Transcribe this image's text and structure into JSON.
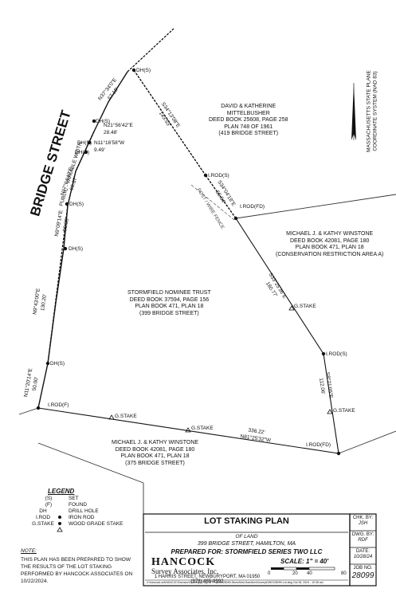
{
  "street": {
    "name": "BRIDGE STREET",
    "sub": "PUBLIC - VARIABLE WIDTH"
  },
  "coordinate_system": "MASSACHUSETTS STATE PLANE COORDINATE SYSTEM (NAD 83)",
  "parcels": {
    "north": [
      "DAVID & KATHERINE",
      "MITTELBUSHER",
      "DEED BOOK 25608, PAGE 258",
      "PLAN 748 OF 1961",
      "(419 BRIDGE STREET)"
    ],
    "east": [
      "MICHAEL J. & KATHY WINSTONE",
      "DEED BOOK 42081, PAGE 180",
      "PLAN BOOK 471, PLAN 18",
      "(CONSERVATION RESTRICTION AREA A)"
    ],
    "subject": [
      "STORMFIELD NOMINEE TRUST",
      "DEED BOOK 37594, PAGE 156",
      "PLAN BOOK 471, PLAN 18",
      "(399 BRIDGE STREET)"
    ],
    "south": [
      "MICHAEL J. & KATHY WINSTONE",
      "DEED BOOK 42081, PAGE 180",
      "PLAN BOOK 471, PLAN 18",
      "(375 BRIDGE STREET)"
    ]
  },
  "bearings": {
    "b1": "N37°34'0\"E",
    "d1": "67.18'",
    "b2": "N21°56'42\"E",
    "d2": "28.48'",
    "b3": "N11°16'58\"W",
    "d3": "9.49'",
    "b4": "N17°04'42\"E",
    "d4": "60.67'",
    "b5": "N9°09'14\"E",
    "d5": "50.33'",
    "b6": "N9°43'00\"E",
    "d6": "130.20'",
    "b7": "N11°20'14\"E",
    "d7": "50.00'",
    "b8": "S34°13'08\"E",
    "d8": "143.53'",
    "b9": "S34°04'18\"E",
    "d9": "56.54'",
    "b10": "S33°25'36\"E",
    "d10": "180.77'",
    "b11": "S8°21'05\"E",
    "d11": "112.06'",
    "b12": "N81°25'32\"W",
    "d12": "336.22'"
  },
  "markers": {
    "dh": "DH(S)",
    "irod_s": "I.ROD(S)",
    "irod_fd": "I.ROD(FD)",
    "irod_f": "I.ROD(F)",
    "gstake": "G.STAKE"
  },
  "fence": "POST / WIRE FENCE",
  "legend": {
    "title": "LEGEND",
    "rows": [
      [
        "(S)",
        "SET"
      ],
      [
        "(F)",
        "FOUND"
      ],
      [
        "DH",
        "DRILL HOLE"
      ],
      [
        "I.ROD",
        "IRON ROD"
      ],
      [
        "G.STAKE",
        "WOOD GRADE STAKE"
      ]
    ]
  },
  "note": {
    "title": "NOTE:",
    "text": [
      "THIS PLAN HAS BEEN PREPARED TO SHOW",
      "THE RESULTS OF THE LOT STAKING",
      "PERFORMED BY HANCOCK ASSOCIATES ON",
      "10/22/2024."
    ]
  },
  "title_block": {
    "title": "LOT STAKING PLAN",
    "of": "OF LAND",
    "address": "399 BRIDGE STREET, HAMILTON, MA",
    "prepared": "PREPARED FOR: STORMFIELD SERIES TWO LLC",
    "company": "HANCOCK",
    "company2": "Survey Associates, Inc.",
    "street": "1 HARRIS STREET, NEWBURYPORT, MA 01950",
    "phone": "(978) 465-9992",
    "scale": "SCALE: 1\" = 40'",
    "scale_ticks": [
      "0",
      "20",
      "40",
      "80"
    ],
    "path": "Z:\\hancock-ssi\\HANCOCK\\sensor\\Drawings\\Dwg\\JD Projects\\28099-Stormfield-Hamilton\\Survey\\DWG\\28099-Lot.dwg  Oct 28, 2024 - 10:38 am",
    "chk_label": "CHK. BY:",
    "chk": "JSH",
    "dwg_label": "DWG. BY:",
    "dwg": "RDF",
    "date_label": "DATE:",
    "date": "10/28/24",
    "job_label": "JOB NO.",
    "job": "28099"
  }
}
